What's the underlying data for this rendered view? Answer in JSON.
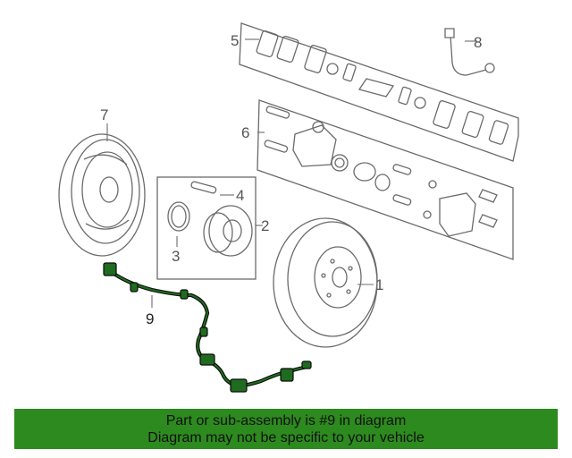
{
  "callouts": {
    "c1": "1",
    "c2": "2",
    "c3": "3",
    "c4": "4",
    "c5": "5",
    "c6": "6",
    "c7": "7",
    "c8": "8",
    "c9": "9"
  },
  "banner": {
    "line1": "Part or sub-assembly is #9 in diagram",
    "line2": "Diagram may not be specific to your vehicle"
  },
  "colors": {
    "banner_bg": "#2d8a1e",
    "highlight": "#1f6b1f",
    "line_art": "#6b6b6b"
  }
}
